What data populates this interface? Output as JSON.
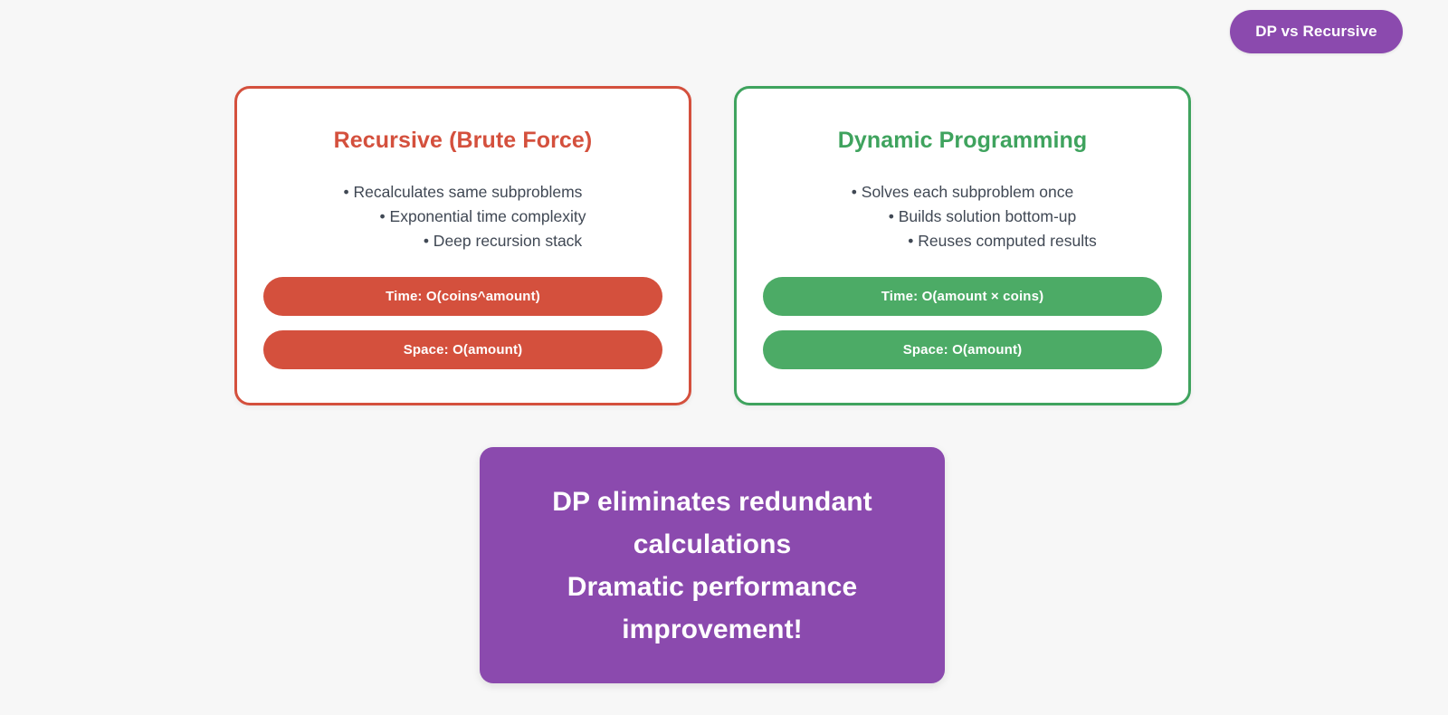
{
  "page": {
    "background_color": "#f7f7f7",
    "topic_pill": {
      "label": "DP vs Recursive",
      "color": "#8b4aae",
      "text_color": "#ffffff"
    }
  },
  "cards": [
    {
      "id": "recursive",
      "title": "Recursive (Brute Force)",
      "accent_color": "#d4503d",
      "points": [
        "• Recalculates same subproblems",
        "• Exponential time complexity",
        "• Deep recursion stack"
      ],
      "badges": [
        {
          "label": "Time: O(coins^amount)",
          "color": "#d4503d"
        },
        {
          "label": "Space: O(amount)",
          "color": "#d4503d"
        }
      ]
    },
    {
      "id": "dynamic-programming",
      "title": "Dynamic Programming",
      "accent_color": "#3fa35e",
      "points": [
        "• Solves each subproblem once",
        "• Builds solution bottom-up",
        "• Reuses computed results"
      ],
      "badges": [
        {
          "label": "Time: O(amount × coins)",
          "color": "#4cab66"
        },
        {
          "label": "Space: O(amount)",
          "color": "#4cab66"
        }
      ]
    }
  ],
  "conclusion": {
    "color": "#8b4aae",
    "text_color": "#ffffff",
    "lines": [
      "DP eliminates redundant calculations",
      "Dramatic performance improvement!"
    ]
  }
}
